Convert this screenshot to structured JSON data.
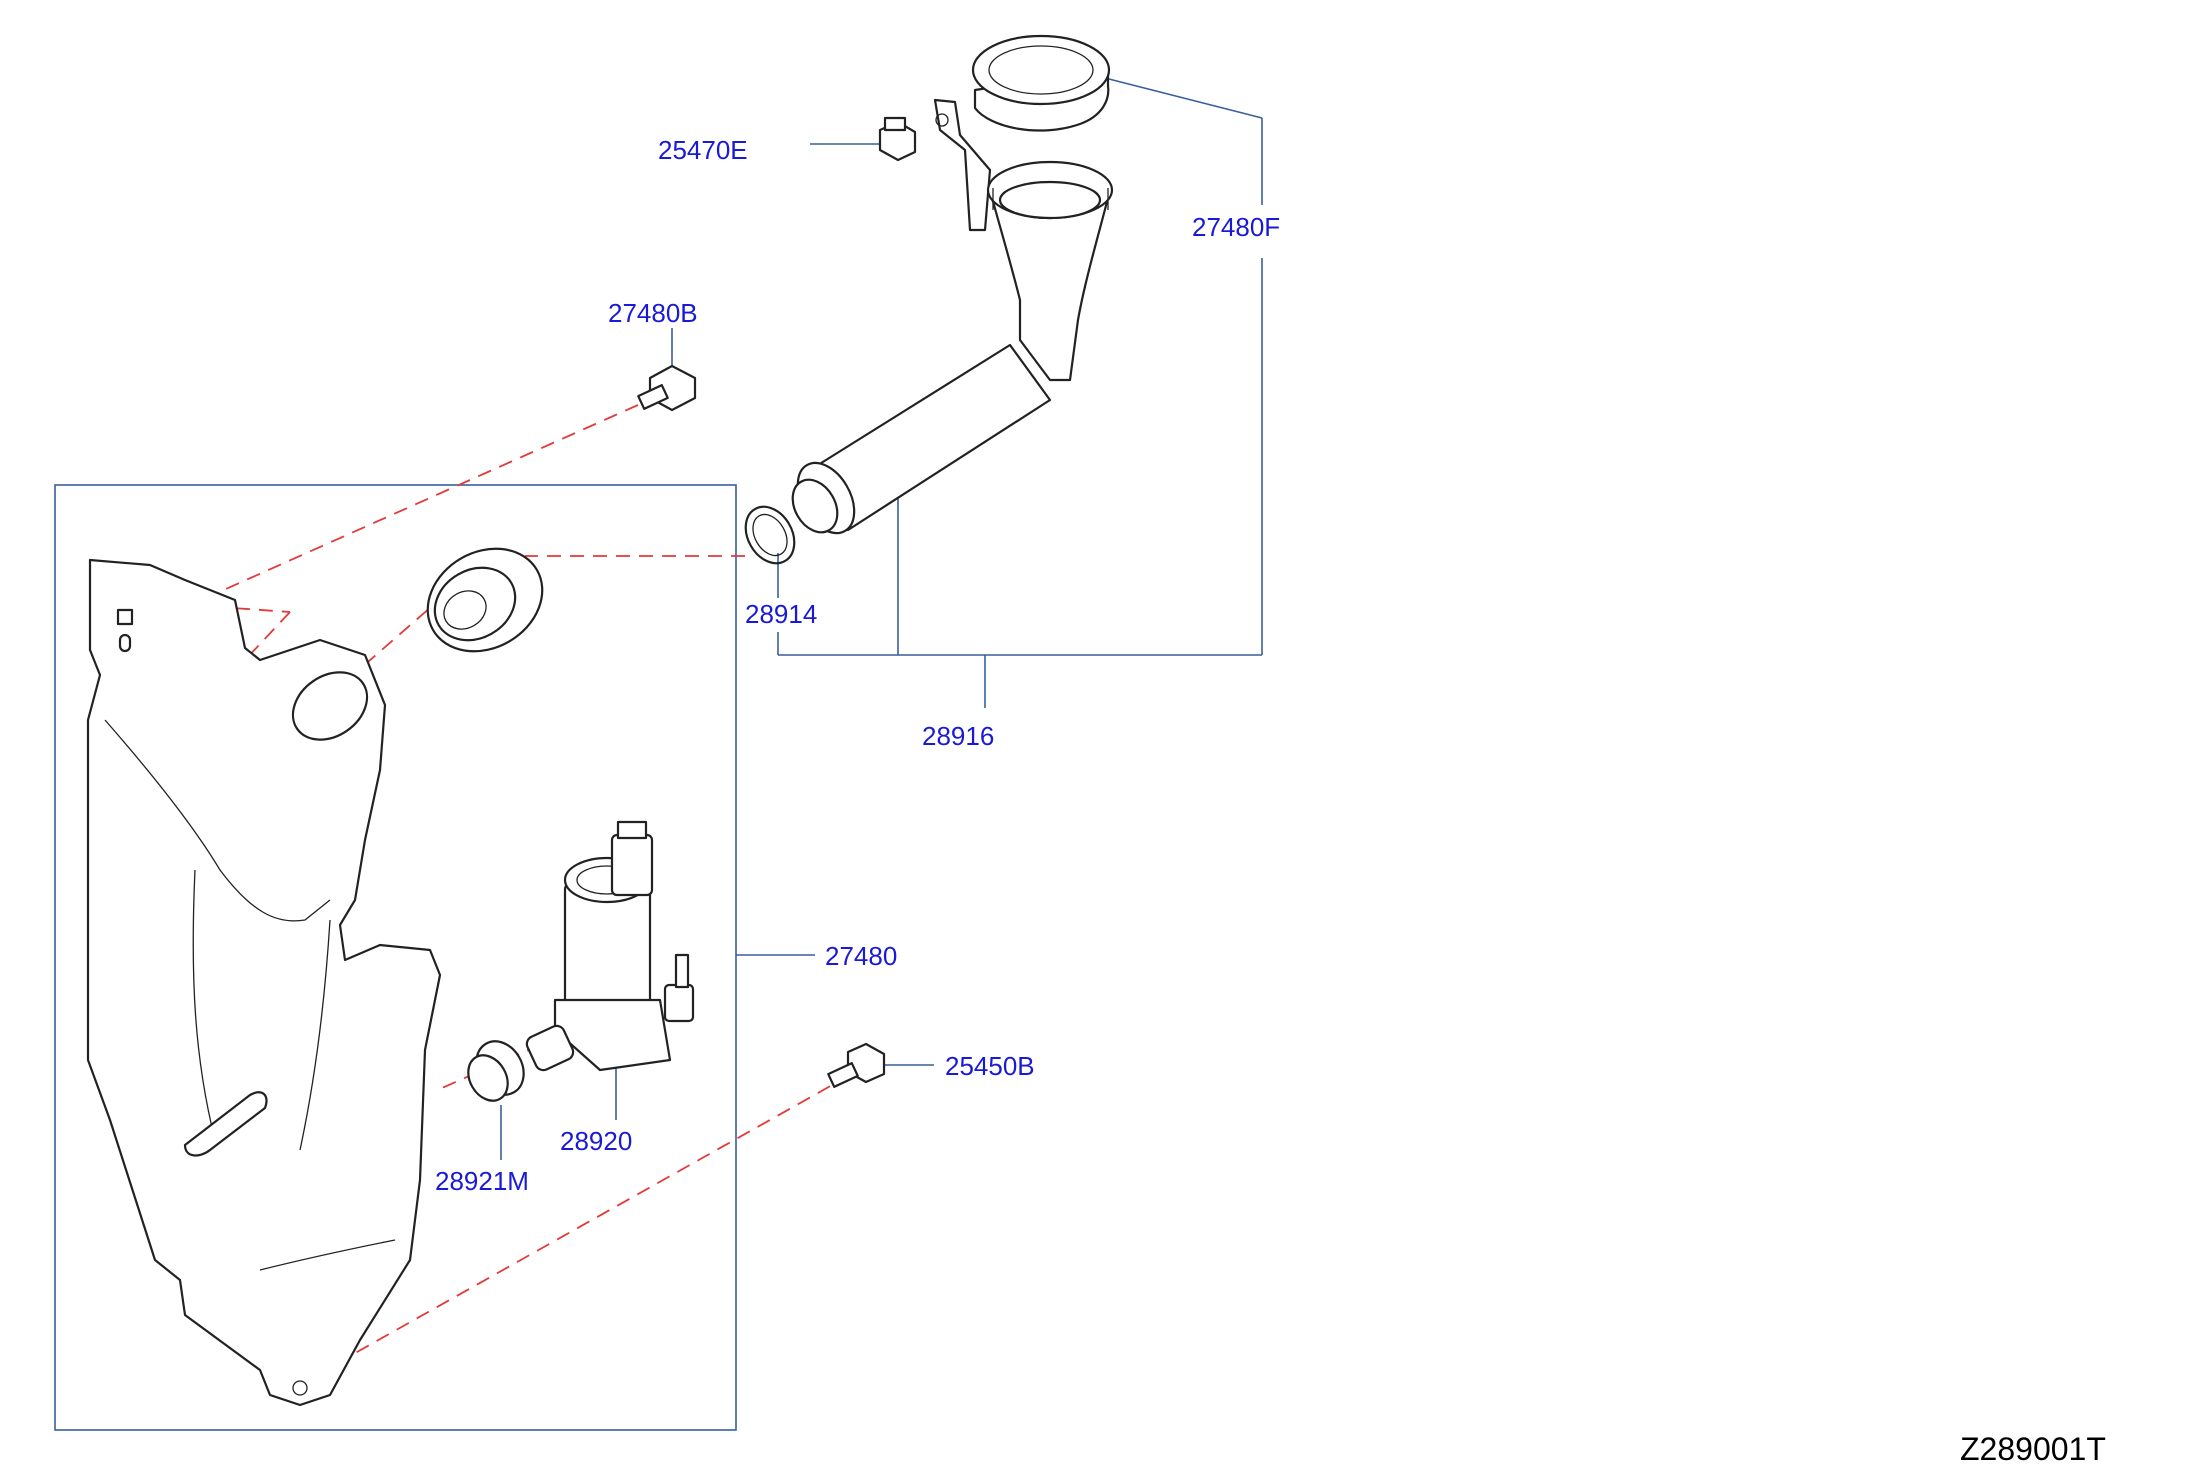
{
  "callouts": {
    "p25470E": "25470E",
    "p27480F": "27480F",
    "p27480B": "27480B",
    "p28914": "28914",
    "p28916": "28916",
    "p27480": "27480",
    "p25450B": "25450B",
    "p28920": "28920",
    "p28921M": "28921M"
  },
  "reference_code": "Z289001T",
  "colors": {
    "callout_text": "#1a1ad6",
    "leader_line": "#3a5f9a",
    "assembly_dash": "#e23a3a",
    "part_outline": "#222222"
  }
}
